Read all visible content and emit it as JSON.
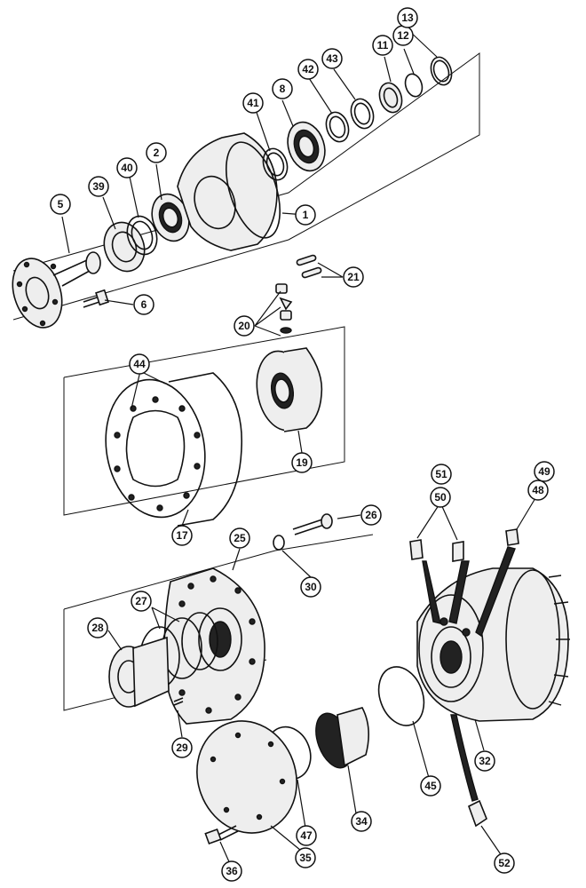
{
  "callouts": [
    {
      "id": "c1",
      "label": "1"
    },
    {
      "id": "c2",
      "label": "2"
    },
    {
      "id": "c5",
      "label": "5"
    },
    {
      "id": "c6",
      "label": "6"
    },
    {
      "id": "c8",
      "label": "8"
    },
    {
      "id": "c11",
      "label": "11"
    },
    {
      "id": "c12",
      "label": "12"
    },
    {
      "id": "c13",
      "label": "13"
    },
    {
      "id": "c17",
      "label": "17"
    },
    {
      "id": "c19",
      "label": "19"
    },
    {
      "id": "c20",
      "label": "20"
    },
    {
      "id": "c21",
      "label": "21"
    },
    {
      "id": "c25",
      "label": "25"
    },
    {
      "id": "c26",
      "label": "26"
    },
    {
      "id": "c27",
      "label": "27"
    },
    {
      "id": "c28",
      "label": "28"
    },
    {
      "id": "c29",
      "label": "29"
    },
    {
      "id": "c30",
      "label": "30"
    },
    {
      "id": "c32",
      "label": "32"
    },
    {
      "id": "c34",
      "label": "34"
    },
    {
      "id": "c35",
      "label": "35"
    },
    {
      "id": "c36",
      "label": "36"
    },
    {
      "id": "c39",
      "label": "39"
    },
    {
      "id": "c40",
      "label": "40"
    },
    {
      "id": "c41",
      "label": "41"
    },
    {
      "id": "c42",
      "label": "42"
    },
    {
      "id": "c43",
      "label": "43"
    },
    {
      "id": "c44",
      "label": "44"
    },
    {
      "id": "c45",
      "label": "45"
    },
    {
      "id": "c47",
      "label": "47"
    },
    {
      "id": "c48",
      "label": "48"
    },
    {
      "id": "c49",
      "label": "49"
    },
    {
      "id": "c50",
      "label": "50"
    },
    {
      "id": "c51",
      "label": "51"
    },
    {
      "id": "c52",
      "label": "52"
    }
  ]
}
